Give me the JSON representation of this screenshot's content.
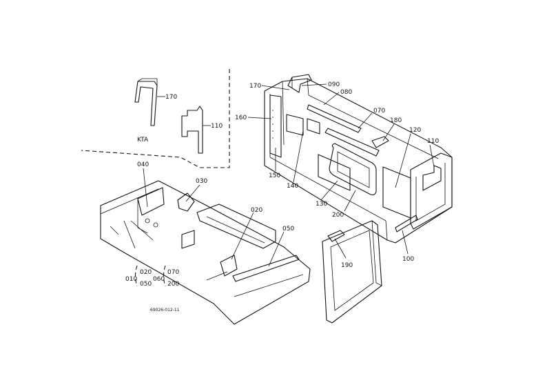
{
  "inset": {
    "caption": "KTA",
    "labels": {
      "p170": "170",
      "p110": "110"
    }
  },
  "callouts": {
    "c170": "170",
    "c090": "090",
    "c080": "080",
    "c070": "070",
    "c160": "160",
    "c180": "180",
    "c120": "120",
    "c110": "110",
    "c150": "150",
    "c140": "140",
    "c130": "130",
    "c200": "200",
    "c100": "100",
    "c040": "040",
    "c030": "030",
    "c020": "020",
    "c050": "050",
    "c190": "190"
  },
  "legend": {
    "col1": "010",
    "col2_top": "020",
    "col2_bottom": "050",
    "col3": "060",
    "col4_top": "070",
    "col4_bottom": "200"
  },
  "drawing_number": "69026-012-11"
}
